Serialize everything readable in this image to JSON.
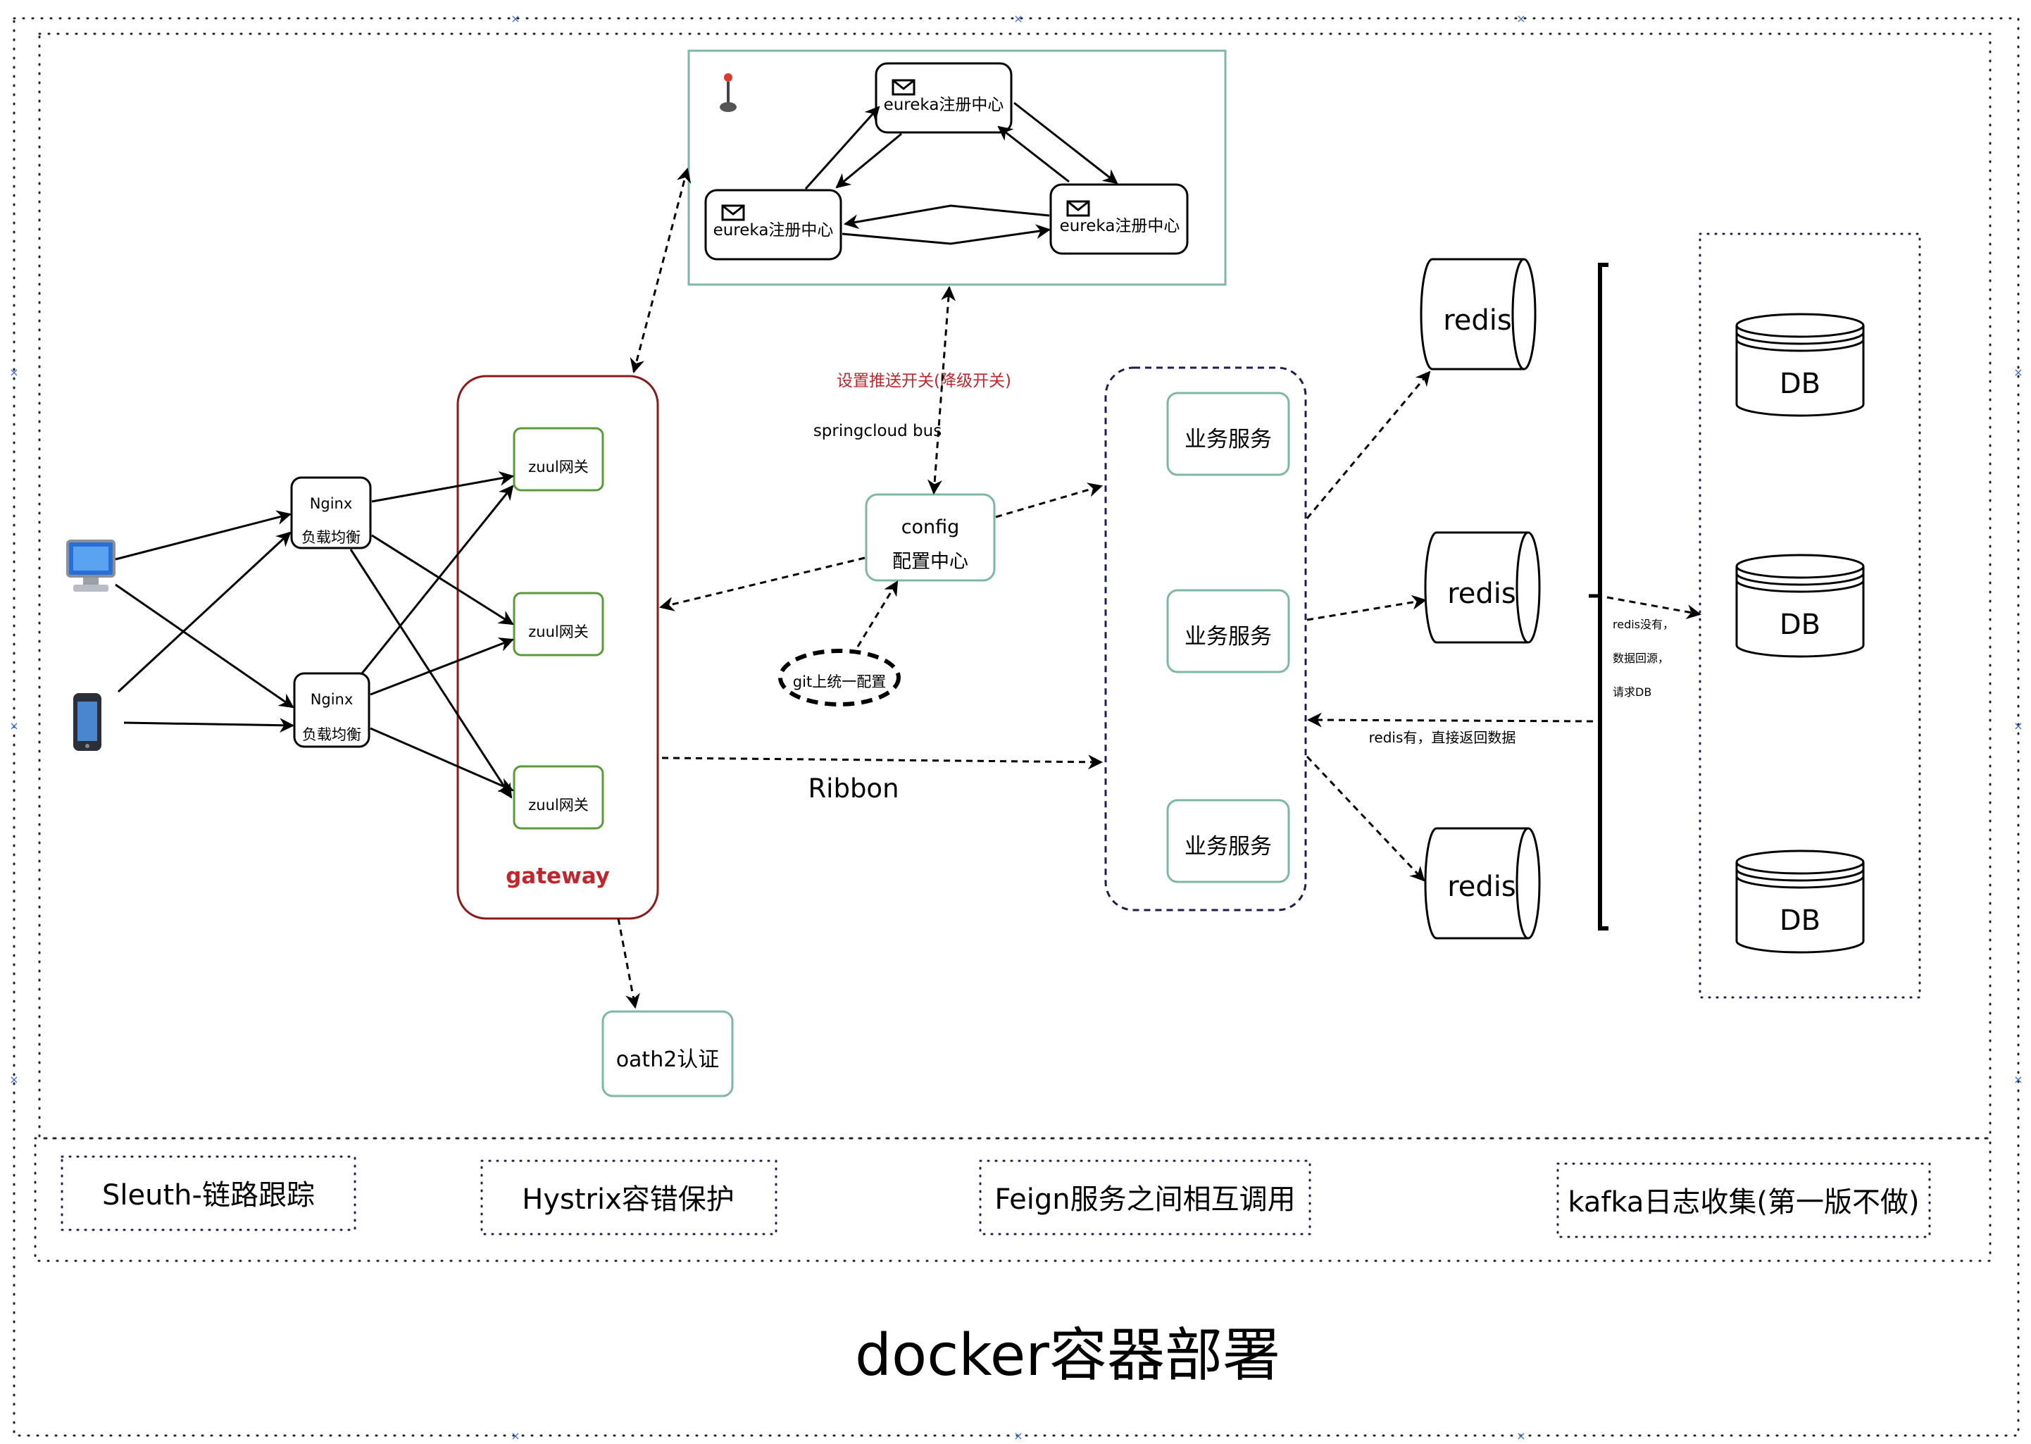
{
  "eureka": {
    "label_top": "eureka注册中心",
    "label_left": "eureka注册中心",
    "label_right": "eureka注册中心"
  },
  "labels": {
    "push_switch": "设置推送开关(降级开关)",
    "springcloud_bus": "springcloud  bus",
    "config_line1": "config",
    "config_line2": "配置中心",
    "git_config": "git上统一配置",
    "ribbon": "Ribbon",
    "gateway": "gateway",
    "oauth": "oath2认证",
    "redis_hit": "redis有，直接返回数据",
    "redis_miss_1": "redis没有，",
    "redis_miss_2": "数据回源，",
    "redis_miss_3": "请求DB"
  },
  "nginx": [
    {
      "line1": "Nginx",
      "line2": "负载均衡"
    },
    {
      "line1": "Nginx",
      "line2": "负载均衡"
    }
  ],
  "zuul": [
    "zuul网关",
    "zuul网关",
    "zuul网关"
  ],
  "services": [
    "业务服务",
    "业务服务",
    "业务服务"
  ],
  "redis": [
    "redis",
    "redis",
    "redis"
  ],
  "db": [
    "DB",
    "DB",
    "DB"
  ],
  "footer_items": [
    "Sleuth-链路跟踪",
    "Hystrix容错保护",
    "Feign服务之间相互调用",
    "kafka日志收集(第一版不做)"
  ],
  "footer_title": "docker容器部署",
  "colors": {
    "gateway_border": "#8b1a1a",
    "gateway_text": "#c0272d",
    "zuul_border": "#5a9a3a",
    "teal_border": "#7fb6a6",
    "navy_dash": "#1a1f4d",
    "alert_text": "#c0272d"
  }
}
